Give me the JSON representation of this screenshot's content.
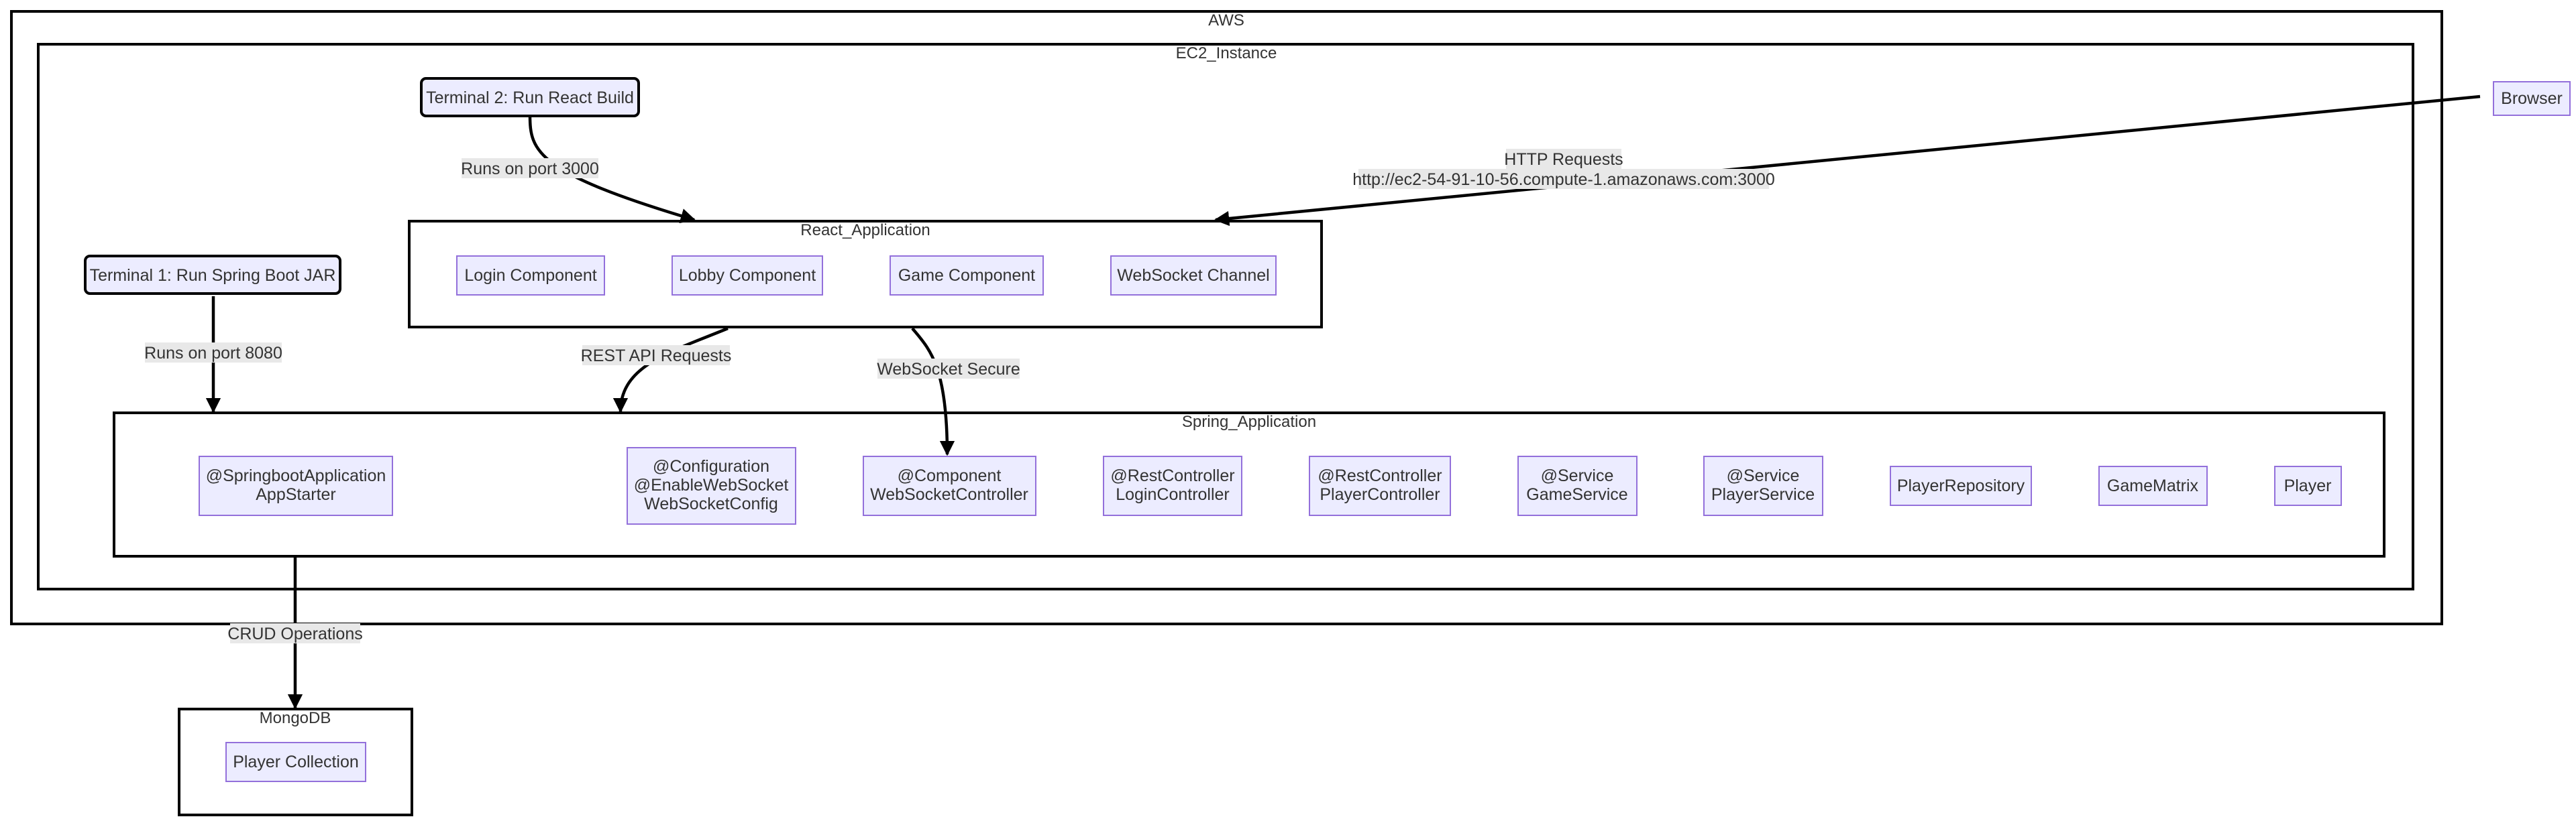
{
  "clusters": {
    "aws": "AWS",
    "ec2": "EC2_Instance",
    "react": "React_Application",
    "spring": "Spring_Application",
    "mongodb": "MongoDB"
  },
  "nodes": {
    "browser": "Browser",
    "terminal_react": "Terminal 2: Run React Build",
    "terminal_spring": "Terminal 1: Run Spring Boot JAR",
    "login_component": "Login Component",
    "lobby_component": "Lobby Component",
    "game_component": "Game Component",
    "websocket_channel": "WebSocket Channel",
    "app_starter": [
      "@SpringbootApplication",
      "AppStarter"
    ],
    "websocket_config": [
      "@Configuration",
      "@EnableWebSocket",
      "WebSocketConfig"
    ],
    "websocket_controller": [
      "@Component",
      "WebSocketController"
    ],
    "login_controller": [
      "@RestController",
      "LoginController"
    ],
    "player_controller": [
      "@RestController",
      "PlayerController"
    ],
    "game_service": [
      "@Service",
      "GameService"
    ],
    "player_service": [
      "@Service",
      "PlayerService"
    ],
    "player_repository": "PlayerRepository",
    "game_matrix": "GameMatrix",
    "player": "Player",
    "player_collection": "Player Collection"
  },
  "edges": {
    "http_requests": [
      "HTTP Requests",
      "http://ec2-54-91-10-56.compute-1.amazonaws.com:3000"
    ],
    "port_3000": "Runs on port 3000",
    "port_8080": "Runs on port 8080",
    "rest_api": "REST API Requests",
    "websocket_secure": "WebSocket Secure",
    "crud": "CRUD Operations"
  }
}
